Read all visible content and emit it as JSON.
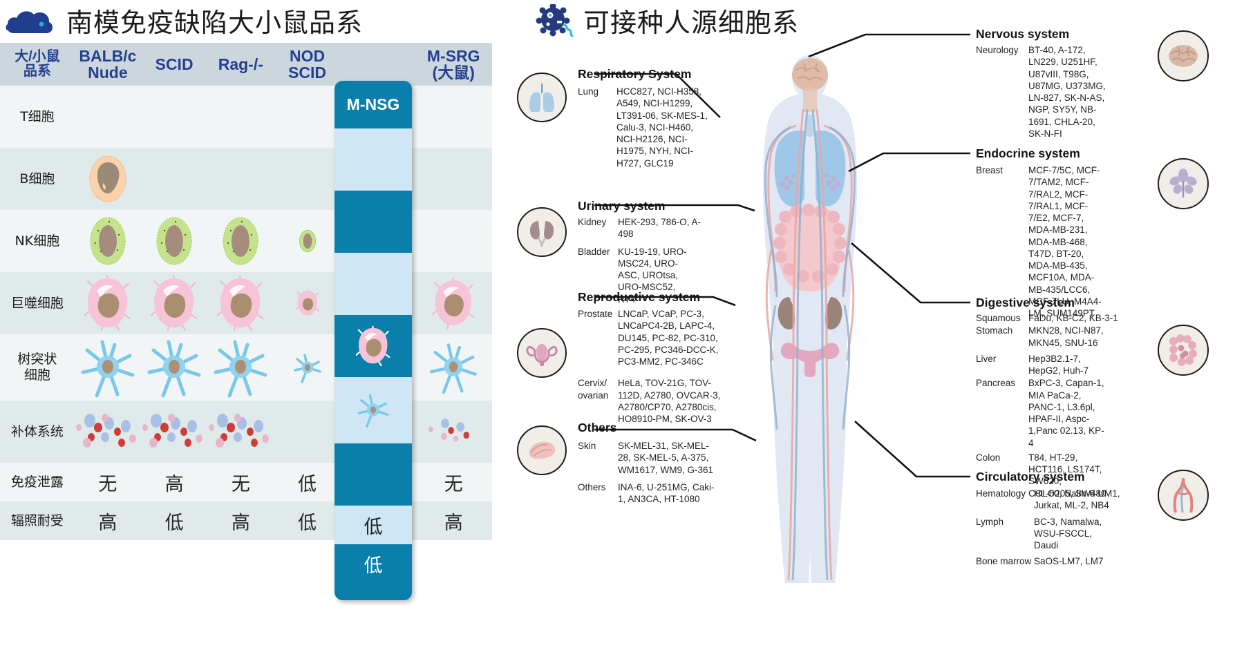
{
  "left": {
    "logo_icon": "cloud-icon",
    "title": "南模免疫缺陷大小鼠品系",
    "columns": [
      "大/小鼠\n品系",
      "BALB/c\nNude",
      "SCID",
      "Rag-/-",
      "NOD\nSCID",
      "M-NSG",
      "M-SRG\n(大鼠)"
    ],
    "columns_flat": [
      {
        "l1": "大/小鼠",
        "l2": "品系"
      },
      {
        "l1": "BALB/c",
        "l2": "Nude"
      },
      {
        "l1": "SCID",
        "l2": ""
      },
      {
        "l1": "Rag-/-",
        "l2": ""
      },
      {
        "l1": "NOD",
        "l2": "SCID"
      },
      {
        "l1": "M-NSG",
        "l2": ""
      },
      {
        "l1": "M-SRG",
        "l2": "(大鼠)"
      }
    ],
    "rows": [
      {
        "label": "T细胞",
        "cells": [
          "",
          "",
          "",
          "",
          "",
          ""
        ]
      },
      {
        "label": "B细胞",
        "cells": [
          "bcell",
          "",
          "",
          "",
          "",
          ""
        ]
      },
      {
        "label": "NK细胞",
        "cells": [
          "nk",
          "nk",
          "nk",
          "nk-small",
          "",
          ""
        ]
      },
      {
        "label": "巨噬细胞",
        "cells": [
          "macro",
          "macro",
          "macro",
          "macro-small",
          "macro-small",
          "macro"
        ]
      },
      {
        "label": "树突状\n细胞",
        "cells": [
          "dc",
          "dc",
          "dc",
          "dc-small",
          "dc-small",
          "dc"
        ]
      },
      {
        "label": "补体系统",
        "cells": [
          "complement",
          "complement",
          "complement",
          "",
          "",
          "complement-small"
        ]
      },
      {
        "label": "免疫泄露",
        "cells": [
          "无",
          "高",
          "无",
          "低",
          "低",
          "无"
        ]
      },
      {
        "label": "辐照耐受",
        "cells": [
          "高",
          "低",
          "高",
          "低",
          "低",
          "高"
        ]
      }
    ],
    "accent_color": "#0b7fab",
    "header_text_color": "#24408f",
    "header_bg": "#ccd7dd"
  },
  "right": {
    "logo_icon": "virus-icon",
    "title": "可接种人源细胞系",
    "sections": [
      {
        "id": "respiratory",
        "title": "Respiratory System",
        "icon": "lungs-icon",
        "entries": [
          {
            "key": "Lung",
            "value": "HCC827, NCI-H358, A549, NCI-H1299, LT391-06, SK-MES-1, Calu-3, NCI-H460, NCI-H2126, NCI-H1975, NYH, NCI-H727, GLC19"
          }
        ]
      },
      {
        "id": "urinary",
        "title": "Urinary system",
        "icon": "kidney-icon",
        "entries": [
          {
            "key": "Kidney",
            "value": "HEK-293, 786-O, A-498"
          },
          {
            "key": "Bladder",
            "value": "KU-19-19, URO-MSC24, URO-ASC, UROtsa, URO-MSC52, RT4"
          }
        ]
      },
      {
        "id": "reproductive",
        "title": "Reproductive system",
        "icon": "uterus-icon",
        "entries": [
          {
            "key": "Prostate",
            "value": "LNCaP, VCaP, PC-3, LNCaPC4-2B, LAPC-4, DU145, PC-82, PC-310, PC-295, PC346-DCC-K, PC3-MM2, PC-346C"
          },
          {
            "key": "Cervix/\novarian",
            "value": "HeLa, TOV-21G, TOV-112D, A2780, OVCAR-3, A2780/CP70, A2780cis, HO8910-PM, SK-OV-3"
          }
        ]
      },
      {
        "id": "others",
        "title": "Others",
        "icon": "skin-icon",
        "entries": [
          {
            "key": "Skin",
            "value": "SK-MEL-31, SK-MEL-28, SK-MEL-5, A-375, WM1617, WM9, G-361"
          },
          {
            "key": "Others",
            "value": "INA-6, U-251MG, Caki-1, AN3CA, HT-1080"
          }
        ]
      },
      {
        "id": "nervous",
        "title": "Nervous system",
        "icon": "brain-icon",
        "entries": [
          {
            "key": "Neurology",
            "value": "BT-40, A-172, LN229, U251HF, U87vIII, T98G, U87MG, U373MG, LN-827, SK-N-AS, NGP, SY5Y, NB-1691, CHLA-20, SK-N-FI"
          }
        ]
      },
      {
        "id": "endocrine",
        "title": "Endocrine system",
        "icon": "breast-icon",
        "entries": [
          {
            "key": "Breast",
            "value": "MCF-7/5C, MCF-7/TAM2, MCF-7/RAL2, MCF-7/RAL1, MCF-7/E2, MCF-7, MDA-MB-231, MDA-MB-468, T47D, BT-20, MDA-MB-435, MCF10A, MDA-MB-435/LCC6, MCF-7LU, M4A4-LM, SUM149PT"
          }
        ]
      },
      {
        "id": "digestive",
        "title": "Digestive system",
        "icon": "intestine-icon",
        "entries": [
          {
            "key": "Squamous",
            "value": "FaDu, KB-C2, KB-3-1"
          },
          {
            "key": "Stomach",
            "value": "MKN28, NCI-N87, MKN45, SNU-16"
          },
          {
            "key": "Liver",
            "value": "Hep3B2.1-7, HepG2,  Huh-7"
          },
          {
            "key": "Pancreas",
            "value": "BxPC-3, Capan-1, MIA PaCa-2, PANC-1, L3.6pl, HPAF-II,  Aspc-1,Panc 02.13, KP-4"
          },
          {
            "key": "Colon",
            "value": "T84, HT-29, HCT116, LS174T, SW620, COLO205, SW480"
          }
        ]
      },
      {
        "id": "circulatory",
        "title": "Circulatory system",
        "icon": "blood-vessel-icon",
        "entries": [
          {
            "key": "Hematology",
            "value": "HL-60, Nalm-6-UM1, Jurkat, ML-2, NB4"
          },
          {
            "key": "Lymph",
            "value": "BC-3, Namalwa, WSU-FSCCL, Daudi"
          },
          {
            "key": "Bone marrow",
            "value": "SaOS-LM7, LM7"
          }
        ]
      }
    ]
  }
}
